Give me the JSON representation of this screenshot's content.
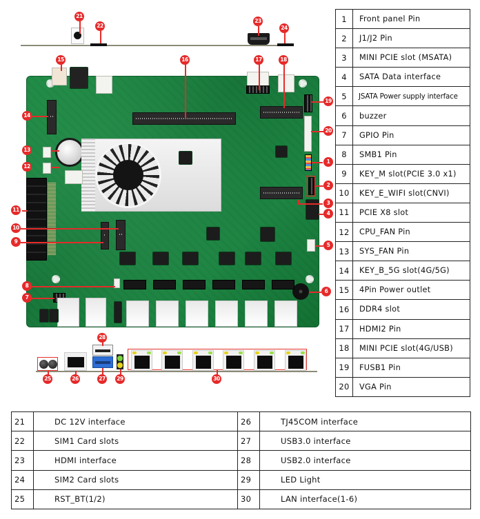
{
  "diagram": {
    "type": "motherboard-layout",
    "callouts": [
      "1",
      "2",
      "3",
      "4",
      "5",
      "6",
      "7",
      "8",
      "9",
      "10",
      "11",
      "12",
      "13",
      "14",
      "15",
      "16",
      "17",
      "18",
      "19",
      "20",
      "21",
      "22",
      "23",
      "24",
      "25",
      "26",
      "27",
      "28",
      "29",
      "30"
    ],
    "colors": {
      "callout": "#e62a2a",
      "pcb": "#1d8442",
      "table_border": "#222222"
    }
  },
  "component_table": [
    {
      "num": "1",
      "label": "Front panel Pin"
    },
    {
      "num": "2",
      "label": "J1/J2 Pin"
    },
    {
      "num": "3",
      "label": "MINI PCIE slot  (MSATA)"
    },
    {
      "num": "4",
      "label": "SATA Data interface"
    },
    {
      "num": "5",
      "label": "JSATA Power supply interface"
    },
    {
      "num": "6",
      "label": "buzzer"
    },
    {
      "num": "7",
      "label": "GPIO Pin"
    },
    {
      "num": "8",
      "label": "SMB1 Pin"
    },
    {
      "num": "9",
      "label": "KEY_M slot(PCIE 3.0 x1)"
    },
    {
      "num": "10",
      "label": "KEY_E_WIFI slot(CNVI)"
    },
    {
      "num": "11",
      "label": "PCIE X8 slot"
    },
    {
      "num": "12",
      "label": "CPU_FAN Pin"
    },
    {
      "num": "13",
      "label": "SYS_FAN Pin"
    },
    {
      "num": "14",
      "label": "KEY_B_5G slot(4G/5G)"
    },
    {
      "num": "15",
      "label": "4Pin Power outlet"
    },
    {
      "num": "16",
      "label": "DDR4 slot"
    },
    {
      "num": "17",
      "label": "HDMI2 Pin"
    },
    {
      "num": "18",
      "label": "MINI PCIE slot(4G/USB)"
    },
    {
      "num": "19",
      "label": "FUSB1 Pin"
    },
    {
      "num": "20",
      "label": "VGA Pin"
    }
  ],
  "io_table": {
    "left": [
      {
        "num": "21",
        "label": "DC 12V interface"
      },
      {
        "num": "22",
        "label": "SIM1 Card slots"
      },
      {
        "num": "23",
        "label": "HDMI interface"
      },
      {
        "num": "24",
        "label": "SIM2 Card slots"
      },
      {
        "num": "25",
        "label": "RST_BT(1/2)"
      }
    ],
    "right": [
      {
        "num": "26",
        "label": "TJ45COM interface"
      },
      {
        "num": "27",
        "label": "USB3.0 interface"
      },
      {
        "num": "28",
        "label": "USB2.0 interface"
      },
      {
        "num": "29",
        "label": "LED Light"
      },
      {
        "num": "30",
        "label": "LAN interface(1-6)"
      }
    ]
  }
}
